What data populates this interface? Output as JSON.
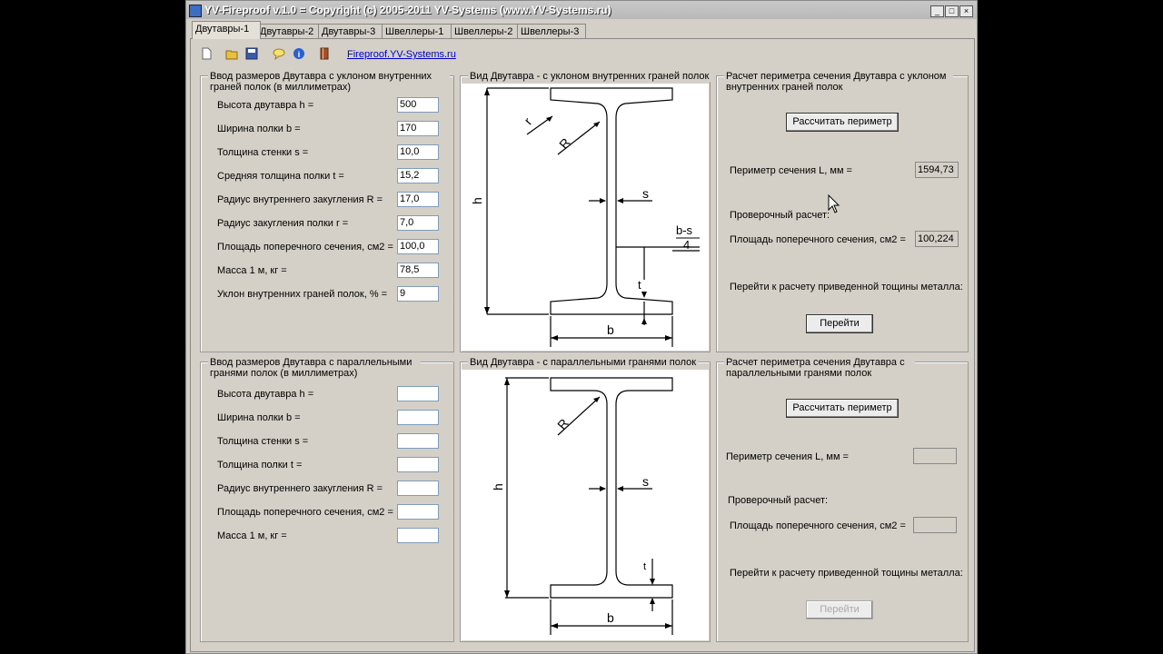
{
  "window": {
    "title": "YV-Fireproof v.1.0 = Copyright (c) 2005-2011 YV-Systems (www.YV-Systems.ru)",
    "minimize": "_",
    "maximize": "□",
    "close": "×"
  },
  "tabs": [
    "Двутавры-1",
    "Двутавры-2",
    "Двутавры-3",
    "Швеллеры-1",
    "Швеллеры-2",
    "Швеллеры-3"
  ],
  "toolbar": {
    "icons": [
      "new-file-icon",
      "open-folder-icon",
      "save-icon",
      "comment-icon",
      "info-icon",
      "book-icon"
    ],
    "link": "Fireproof.YV-Systems.ru"
  },
  "top_input": {
    "title": "Ввод размеров Двутавра с уклоном внутренних граней полок (в миллиметрах)",
    "fields": [
      {
        "label": "Высота двутавра h =",
        "value": "500"
      },
      {
        "label": "Ширина полки b =",
        "value": "170"
      },
      {
        "label": "Толщина стенки s =",
        "value": "10,0"
      },
      {
        "label": "Средняя толщина полки t =",
        "value": "15,2"
      },
      {
        "label": "Радиус внутреннего закугления R =",
        "value": "17,0"
      },
      {
        "label": "Радиус закугления полки r =",
        "value": "7,0"
      },
      {
        "label": "Площадь поперечного сечения, см2 =",
        "value": "100,0"
      },
      {
        "label": "Масса 1 м, кг =",
        "value": "78,5"
      },
      {
        "label": "Уклон внутренних граней полок, % =",
        "value": "9"
      }
    ]
  },
  "top_view": {
    "title": "Вид Двутавра - с уклоном внутренних граней полок",
    "labels": {
      "r": "r",
      "R": "R",
      "h": "h",
      "s": "s",
      "t": "t",
      "b": "b",
      "bs_num": "b-s",
      "bs_den": "4"
    }
  },
  "top_calc": {
    "title": "Расчет периметра сечения Двутавра с уклоном внутренних граней полок",
    "calc_button": "Рассчитать периметр",
    "perimeter_label": "Периметр сечения L, мм =",
    "perimeter_value": "1594,73",
    "check_label": "Проверочный расчет:",
    "area_label": "Площадь поперечного сечения, см2 =",
    "area_value": "100,224",
    "goto_label": "Перейти к расчету приведенной тощины металла:",
    "goto_button": "Перейти"
  },
  "bottom_input": {
    "title": "Ввод размеров Двутавра с параллельными гранями полок (в миллиметрах)",
    "fields": [
      {
        "label": "Высота двутавра h =",
        "value": ""
      },
      {
        "label": "Ширина полки b =",
        "value": ""
      },
      {
        "label": "Толщина стенки s =",
        "value": ""
      },
      {
        "label": "Толщина полки t =",
        "value": ""
      },
      {
        "label": "Радиус внутреннего закугления R =",
        "value": ""
      },
      {
        "label": "Площадь поперечного сечения, см2 =",
        "value": ""
      },
      {
        "label": "Масса 1 м, кг =",
        "value": ""
      }
    ]
  },
  "bottom_view": {
    "title": "Вид Двутавра - с параллельными гранями полок",
    "labels": {
      "R": "R",
      "h": "h",
      "s": "s",
      "t": "t",
      "b": "b"
    }
  },
  "bottom_calc": {
    "title": "Расчет периметра сечения Двутавра с параллельными гранями полок",
    "calc_button": "Рассчитать периметр",
    "perimeter_label": "Периметр сечения L, мм =",
    "perimeter_value": "",
    "check_label": "Проверочный расчет:",
    "area_label": "Площадь поперечного сечения, см2 =",
    "area_value": "",
    "goto_label": "Перейти к расчету приведенной тощины металла:",
    "goto_button": "Перейти"
  }
}
